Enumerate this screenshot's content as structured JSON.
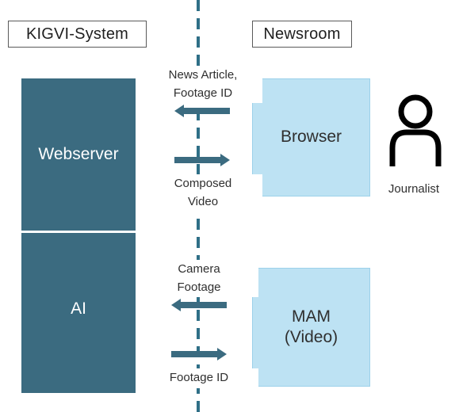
{
  "titles": {
    "system": "KIGVI-System",
    "newsroom": "Newsroom"
  },
  "kigvi_panel": {
    "top_label": "Webserver",
    "bottom_label": "AI",
    "color": "#3b6b80"
  },
  "newsroom_boxes": {
    "browser": "Browser",
    "mam": "MAM\n(Video)",
    "color": "#bde2f3"
  },
  "flows": {
    "browser_to_webserver": "News Article,\nFootage ID",
    "webserver_to_browser": "Composed\nVideo",
    "mam_to_ai": "Camera\nFootage",
    "ai_to_mam": "Footage ID"
  },
  "actor": {
    "label": "Journalist",
    "icon": "person-icon"
  },
  "colors": {
    "divider": "#2f6f87",
    "arrow": "#3b6b80"
  }
}
